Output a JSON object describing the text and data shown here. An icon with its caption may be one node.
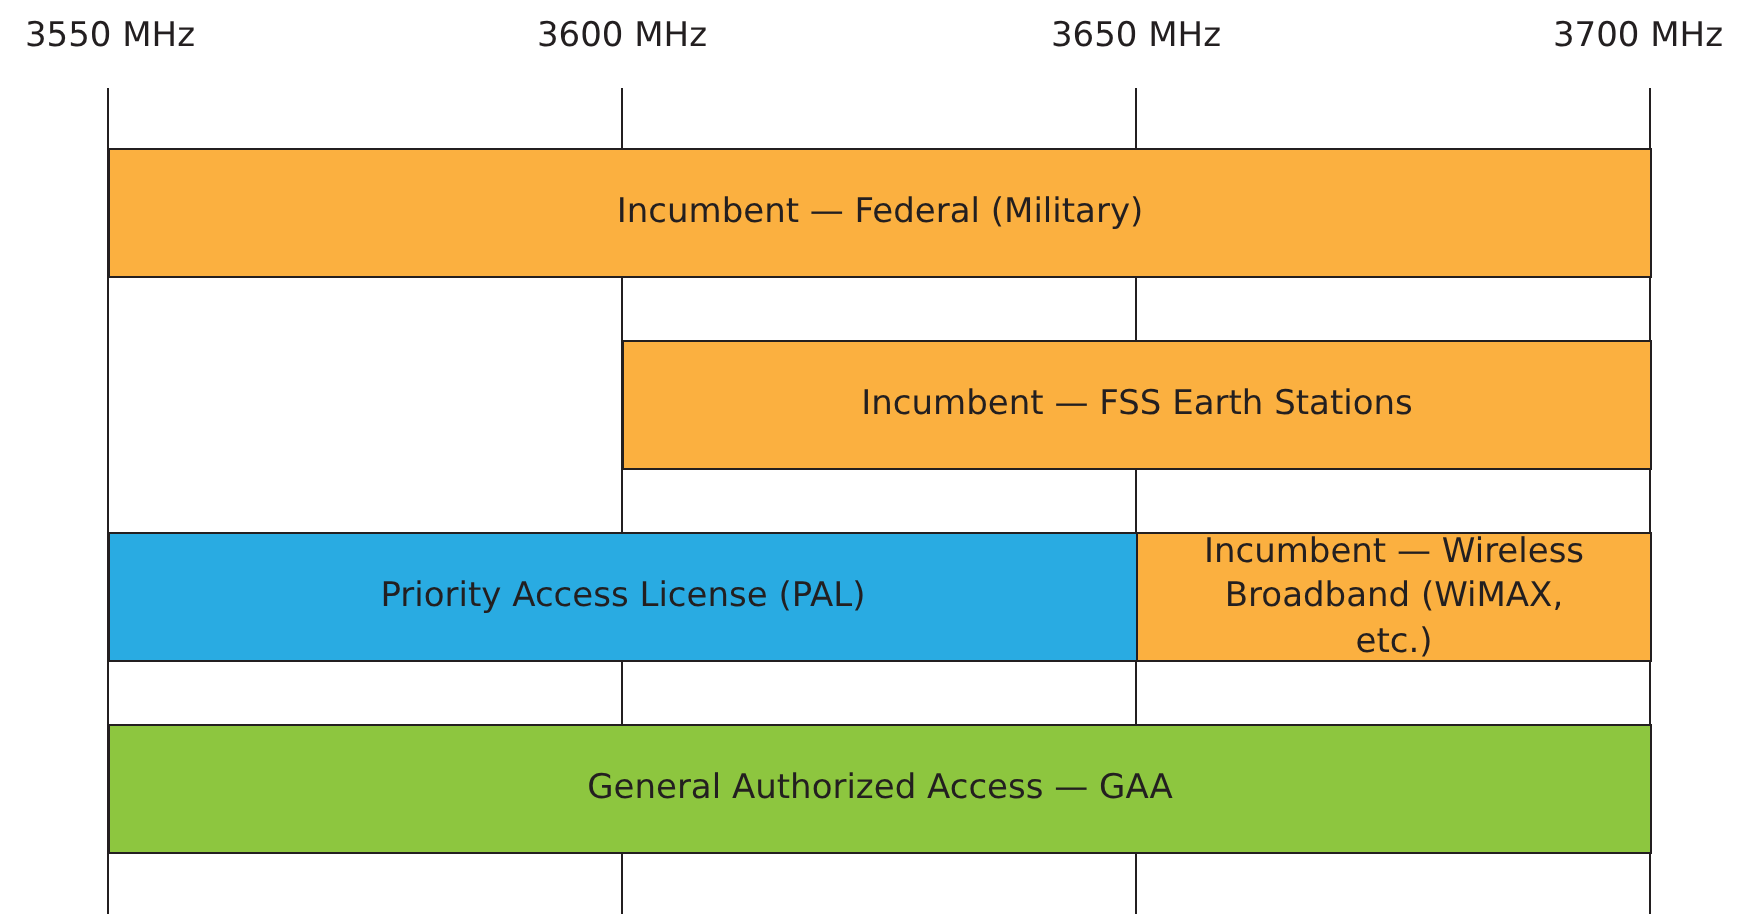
{
  "diagram": {
    "nodes": [
      {
        "text": [
          "Incumbent — Federal (Military)"
        ]
      },
      {
        "text": [
          "Incumbent — FSS Earth Stations"
        ]
      },
      {
        "text": [
          "Priority Access License (PAL)"
        ]
      },
      {
        "text": [
          "Incumbent — Wireless Broadband (WiMAX, etc.)"
        ]
      },
      {
        "text": [
          "General Authorized Access — GAA"
        ]
      }
    ],
    "labels": [
      "3550 MHz",
      "3600 MHz",
      "3650 MHz",
      "3700 MHz"
    ]
  }
}
